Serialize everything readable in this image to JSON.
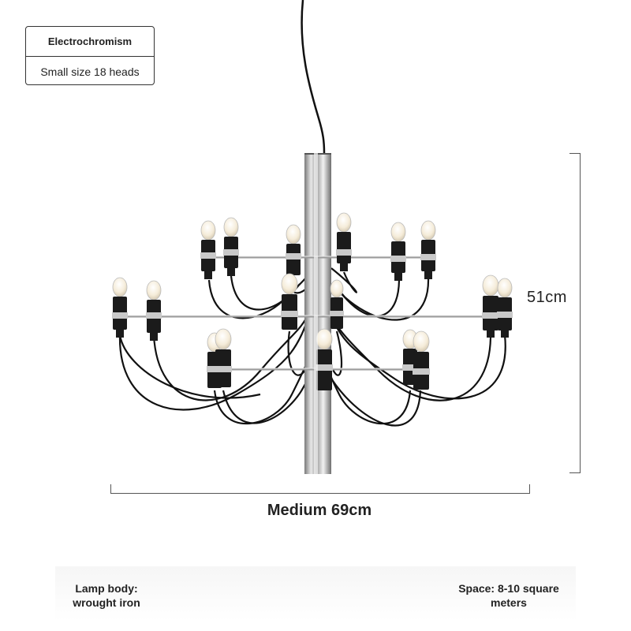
{
  "spec": {
    "finish": "Electrochromism",
    "model": "Small size 18 heads"
  },
  "dimensions": {
    "width_label": "Medium 69cm",
    "height_label": "51cm"
  },
  "footer": {
    "material": "Lamp body: wrought iron",
    "space": "Space: 8-10 square meters"
  },
  "colors": {
    "chrome": "#c9c9c9",
    "socket": "#1b1b1b",
    "bulb": "#f6efe2",
    "cable": "#111111"
  }
}
